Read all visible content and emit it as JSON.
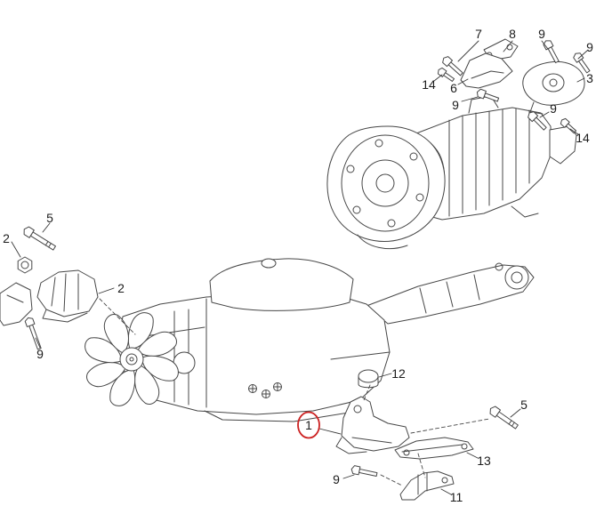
{
  "diagram": {
    "type": "exploded-parts-diagram",
    "line_color": "#474747",
    "highlight_color": "#cc2222",
    "highlighted_callout": "1",
    "callouts": [
      {
        "label": "7"
      },
      {
        "label": "8"
      },
      {
        "label": "9"
      },
      {
        "label": "9"
      },
      {
        "label": "14"
      },
      {
        "label": "6"
      },
      {
        "label": "3"
      },
      {
        "label": "9"
      },
      {
        "label": "9"
      },
      {
        "label": "14"
      },
      {
        "label": "5"
      },
      {
        "label": "2"
      },
      {
        "label": "2"
      },
      {
        "label": "9"
      },
      {
        "label": "12"
      },
      {
        "label": "1"
      },
      {
        "label": "5"
      },
      {
        "label": "13"
      },
      {
        "label": "9"
      },
      {
        "label": "11"
      }
    ]
  }
}
